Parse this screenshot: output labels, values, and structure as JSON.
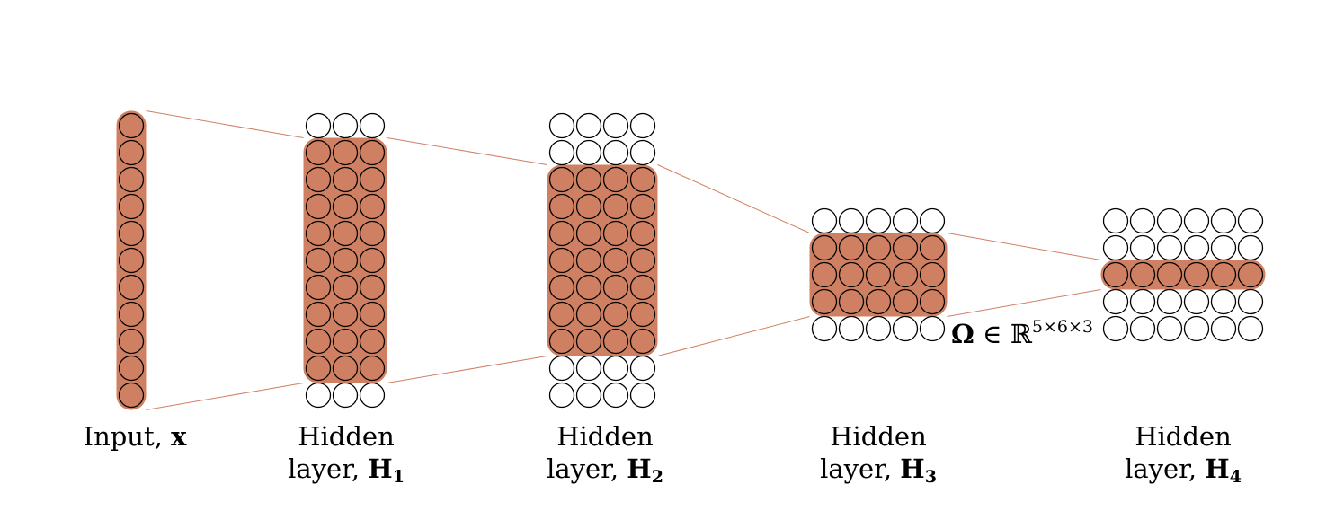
{
  "colors": {
    "highlight": "#d08062",
    "connector": "#d08062",
    "neuron_stroke": "#000000",
    "background": "#ffffff"
  },
  "layers": [
    {
      "rows": 11,
      "cols": 1,
      "highlight_rows": [
        0,
        10
      ],
      "label": {
        "word": "Input,",
        "symbol": "x",
        "subscript": ""
      }
    },
    {
      "rows": 11,
      "cols": 3,
      "highlight_rows": [
        1,
        9
      ],
      "label": {
        "line1": "Hidden",
        "word": "layer,",
        "symbol": "H",
        "subscript": "1"
      }
    },
    {
      "rows": 11,
      "cols": 4,
      "highlight_rows": [
        2,
        8
      ],
      "label": {
        "line1": "Hidden",
        "word": "layer,",
        "symbol": "H",
        "subscript": "2"
      }
    },
    {
      "rows": 5,
      "cols": 5,
      "highlight_rows": [
        1,
        3
      ],
      "label": {
        "line1": "Hidden",
        "word": "layer,",
        "symbol": "H",
        "subscript": "3"
      }
    },
    {
      "rows": 5,
      "cols": 6,
      "highlight_rows": [
        2,
        2
      ],
      "label": {
        "line1": "Hidden",
        "word": "layer,",
        "symbol": "H",
        "subscript": "4"
      }
    }
  ],
  "annotation": {
    "symbol": "Ω",
    "relation": "∈ ℝ",
    "exponent": "5×6×3"
  }
}
